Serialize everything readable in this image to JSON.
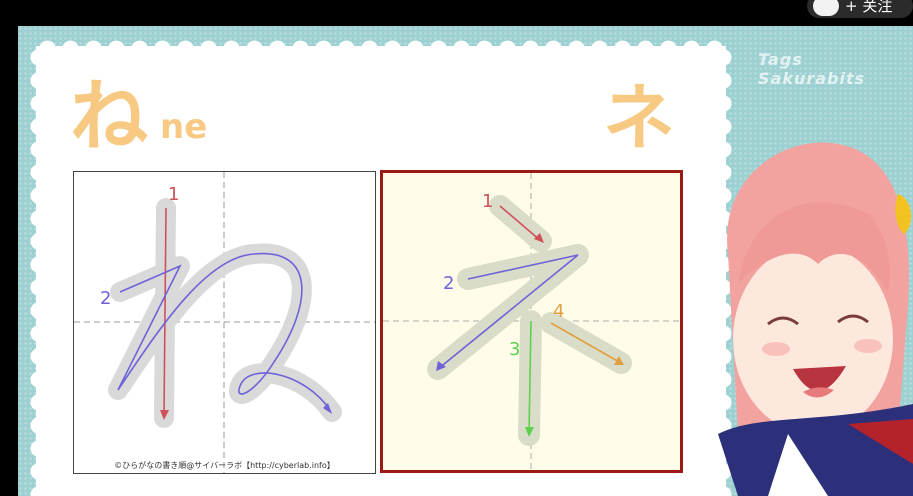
{
  "header": {
    "follow_label": "+ 关注"
  },
  "watermark": "Tags Sakurabits",
  "lesson": {
    "hiragana": "ね",
    "romaji": "ne",
    "katakana": "ネ",
    "credit": "©ひらがなの書き順@サイバーラボ【http://cyberlab.info】",
    "hiragana_strokes": [
      "1",
      "2"
    ],
    "katakana_strokes": [
      "1",
      "2",
      "3",
      "4"
    ]
  },
  "colors": {
    "stamp_border": "#9cd0d1",
    "character_orange": "#f7c982",
    "stroke1": "#d0505a",
    "stroke2": "#6e62d8",
    "stroke3": "#5ad24e",
    "stroke4": "#e0a040",
    "katakana_frame": "#9b1a14"
  }
}
